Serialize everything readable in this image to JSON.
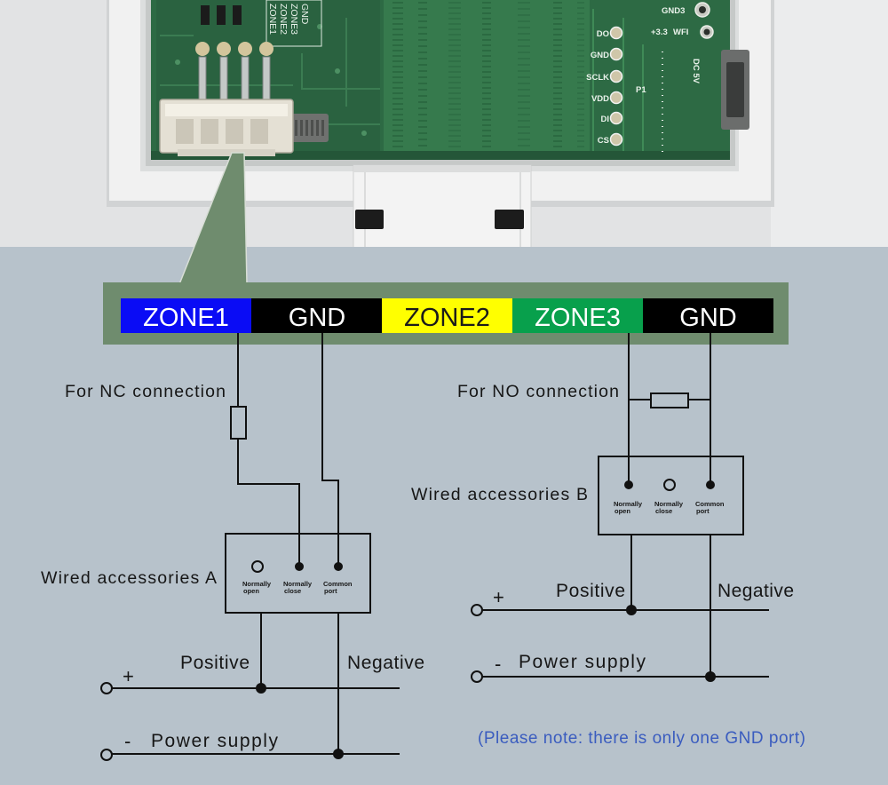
{
  "device_photo": {
    "connector_labels": [
      "ZONE1",
      "ZONE2",
      "ZONE3",
      "GND"
    ],
    "header_labels": {
      "gnd3": "GND3",
      "v33": "+3.3",
      "wifi": "WFI",
      "p1": "P1",
      "dc5v": "DC 5V",
      "pins": [
        "DO",
        "GND",
        "SCLK",
        "VDD",
        "DI",
        "CS"
      ]
    }
  },
  "banner": {
    "ports": [
      {
        "label": "ZONE1",
        "color": "#0a0cf5",
        "text_color": "#ffffff"
      },
      {
        "label": "GND",
        "color": "#000000",
        "text_color": "#ffffff"
      },
      {
        "label": "ZONE2",
        "color": "#ffff00",
        "text_color": "#1a1a1a"
      },
      {
        "label": "ZONE3",
        "color": "#08a04c",
        "text_color": "#ffffff"
      },
      {
        "label": "GND",
        "color": "#000000",
        "text_color": "#ffffff"
      }
    ]
  },
  "nc_connection": {
    "title": "For NC connection",
    "accessory": "Wired accessories A",
    "terminals": [
      {
        "line1": "Normally",
        "line2": "open"
      },
      {
        "line1": "Normally",
        "line2": "close"
      },
      {
        "line1": "Common",
        "line2": "port"
      }
    ],
    "positive": "Positive",
    "negative": "Negative",
    "plus_sign": "+",
    "minus_sign": "-",
    "power_supply": "Power supply"
  },
  "no_connection": {
    "title": "For NO connection",
    "accessory": "Wired accessories B",
    "terminals": [
      {
        "line1": "Normally",
        "line2": "open"
      },
      {
        "line1": "Normally",
        "line2": "close"
      },
      {
        "line1": "Common",
        "line2": "port"
      }
    ],
    "positive": "Positive",
    "negative": "Negative",
    "plus_sign": "+",
    "minus_sign": "-",
    "power_supply": "Power supply"
  },
  "note": {
    "text": "(Please note: there is only one GND port)",
    "color": "#3a5cbf"
  },
  "colors": {
    "wire": "#111111",
    "background": "#b7c2cb",
    "callout": "#6f8c6e"
  }
}
